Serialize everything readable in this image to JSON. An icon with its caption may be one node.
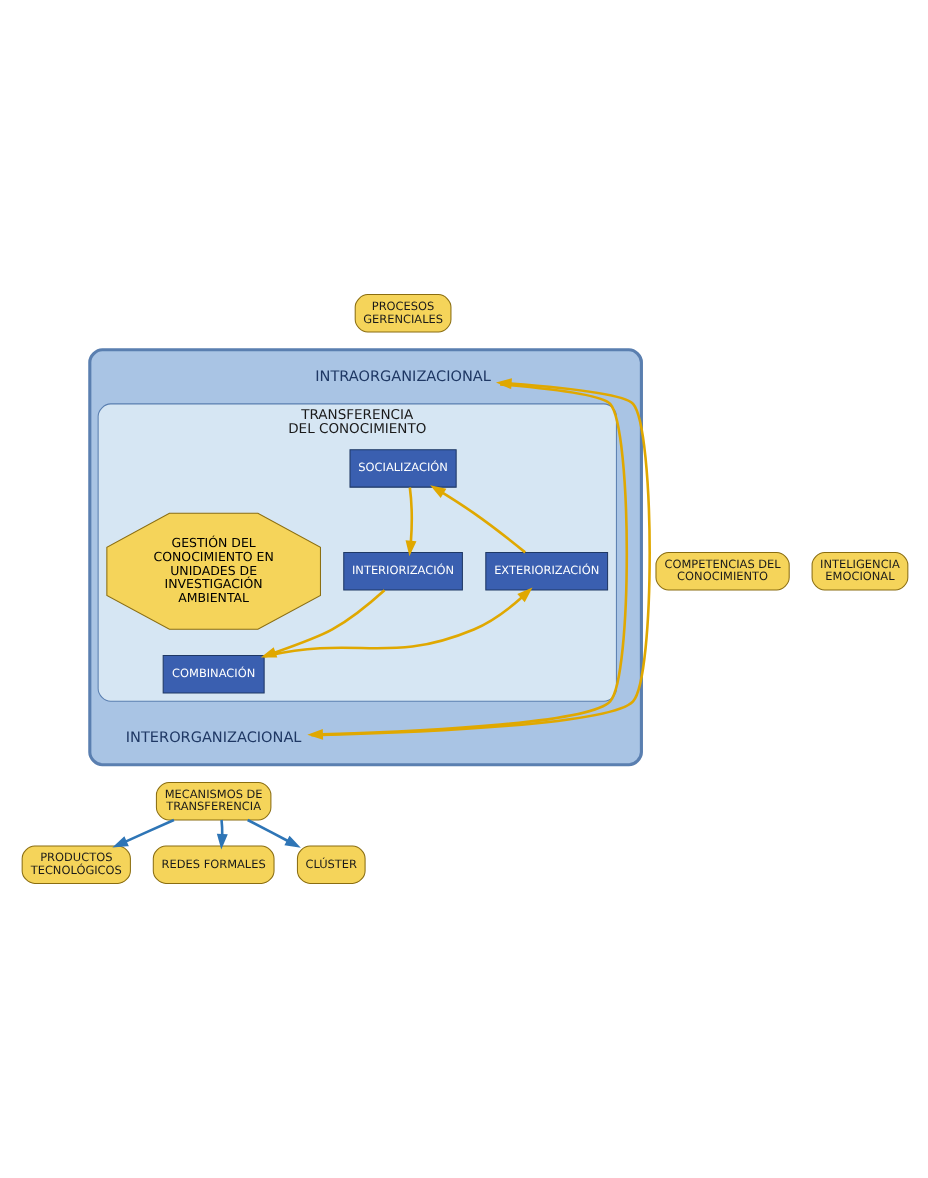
{
  "diagram": {
    "nodes": [
      {
        "text": [
          "PROCESOS GERENCIALES"
        ]
      },
      {
        "text": [],
        "shape": "ellipse"
      },
      {
        "text": [
          "INTRAORGANIZACIONAL"
        ],
        "in": 1
      },
      {
        "text": [
          "TRANSFERENCIA DEL CONOCIMIENTO"
        ],
        "in": 1
      },
      {
        "text": [
          "SOCIALIZACIÓN"
        ],
        "in": 3
      },
      {
        "text": [
          "INTERIORIZACIÓN"
        ],
        "in": 3
      },
      {
        "text": [
          "GESTIÓN DEL CONOCIMIENTO EN UNIDADES DE INVESTIGACIÓN AMBIENTAL"
        ],
        "in": 3
      },
      {
        "text": [
          "EXTERIORIZACIÓN"
        ],
        "in": 3
      },
      {
        "text": [
          "COMBINACIÓN"
        ],
        "in": 3
      },
      {
        "text": [
          "COMPETENCIAS DEL CONOCIMIENTO"
        ]
      },
      {
        "text": [
          "INTELIGENCIA EMOCIONAL"
        ]
      },
      {
        "text": [
          "INTERORGANIZACIONAL"
        ],
        "in": 1
      },
      {
        "text": [
          "PRODUCTOS TECNOLÓGICOS"
        ]
      },
      {
        "text": [
          "MECANISMOS DE TRANSFERENCIA"
        ]
      },
      {
        "text": [
          "REDES FORMALES"
        ]
      },
      {
        "text": [
          "CLÚSTER"
        ]
      }
    ],
    "edges": [
      {
        "from": 2,
        "to": 11,
        "arrow": "to"
      },
      {
        "from": 11,
        "to": 2,
        "arrow": "to"
      },
      {
        "from": 4,
        "to": 5,
        "arrow": "to"
      },
      {
        "from": 5,
        "to": 8,
        "arrow": "to"
      },
      {
        "from": 8,
        "to": 7,
        "arrow": "to"
      },
      {
        "from": 7,
        "to": 4,
        "arrow": "to"
      },
      {
        "from": 13,
        "to": 12,
        "arrow": "to",
        "color": "#2e75b6"
      },
      {
        "from": 13,
        "to": 14,
        "arrow": "to",
        "color": "#2e75b6"
      },
      {
        "from": 13,
        "to": 15,
        "arrow": "to",
        "color": "#2e75b6"
      }
    ]
  }
}
